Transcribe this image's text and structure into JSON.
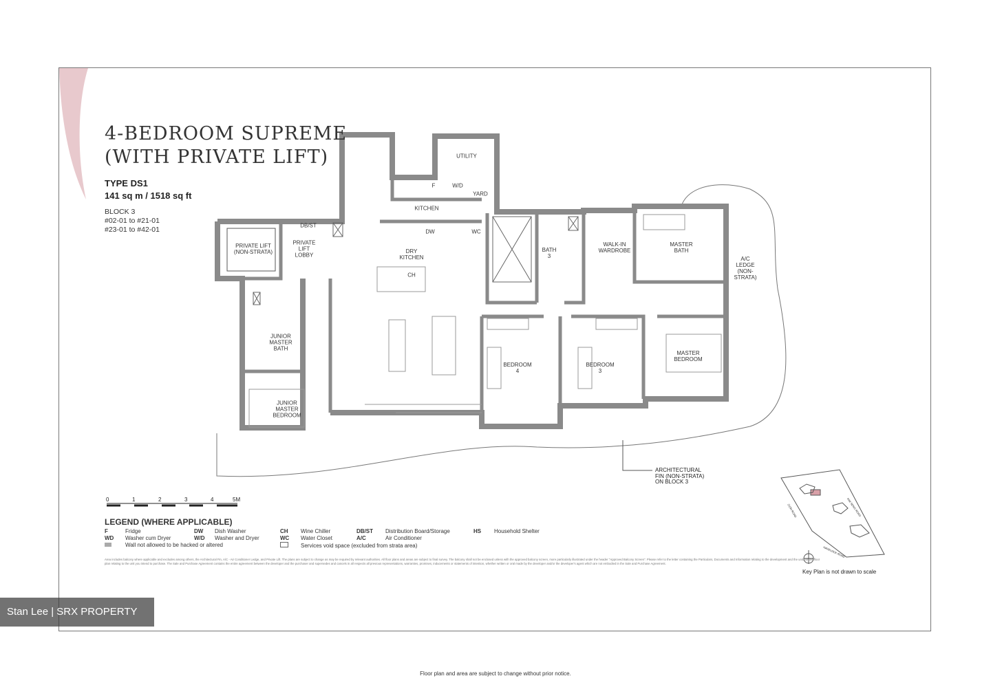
{
  "title_line1": "4-BEDROOM SUPREME",
  "title_line2": "(WITH PRIVATE LIFT)",
  "type": "TYPE DS1",
  "area": "141 sq m / 1518 sq ft",
  "block": "BLOCK 3",
  "units": [
    "#02-01 to #21-01",
    "#23-01 to #42-01"
  ],
  "rooms": {
    "utility": "UTILITY",
    "fridge": "F",
    "washer_dryer": "W/D",
    "yard": "YARD",
    "kitchen": "KITCHEN",
    "dbst": "DB/ST",
    "wc": "WC",
    "dw": "DW",
    "private_lift": "PRIVATE LIFT (NON-STRATA)",
    "lift_lobby": "PRIVATE LIFT LOBBY",
    "dry_kitchen": "DRY KITCHEN",
    "ch": "CH",
    "bath3": "BATH 3",
    "walk_in": "WALK-IN WARDROBE",
    "master_bath": "MASTER BATH",
    "ac_ledge": "A/C LEDGE (NON-STRATA)",
    "junior_bath": "JUNIOR MASTER BATH",
    "bedroom4": "BEDROOM 4",
    "bedroom3": "BEDROOM 3",
    "master_bedroom": "MASTER BEDROOM",
    "junior_bedroom": "JUNIOR MASTER BEDROOM"
  },
  "scale_labels": [
    "0",
    "1",
    "2",
    "3",
    "4",
    "5M"
  ],
  "fin_note": "ARCHITECTURAL FIN (NON-STRATA) ON BLOCK 3",
  "legend": {
    "heading": "LEGEND (WHERE APPLICABLE)",
    "items": [
      {
        "code": "F",
        "label": "Fridge"
      },
      {
        "code": "WD",
        "label": "Washer cum Dryer"
      },
      {
        "code": "DW",
        "label": "Dish Washer"
      },
      {
        "code": "W/D",
        "label": "Washer and Dryer"
      },
      {
        "code": "CH",
        "label": "Wine Chiller"
      },
      {
        "code": "WC",
        "label": "Water Closet"
      },
      {
        "code": "DB/ST",
        "label": "Distribution Board/Storage"
      },
      {
        "code": "A/C",
        "label": "Air Conditioner"
      },
      {
        "code": "HS",
        "label": "Household Shelter"
      }
    ],
    "wall_note": "Wall not allowed to be hacked or altered",
    "void_note": "Services void space (excluded from strata area)"
  },
  "disclaimer": "Area includes balcony where applicable and excludes among others, the Architectural Fin, A/C - Air Conditioner Ledge, and Private Lift. The plans are subject to change as may be required by relevant authorities. All floor plans and areas are subject to final survey. The balcony shall not be enclosed unless with the approved balcony screen, more particularly illustrated under the header \"Approved Balcony Screen\". Please refer to the letter containing the Particulars, Documents and Information relating to the development and the unit, for the floor plan relating to the unit you intend to purchase. The Sale and Purchase Agreement contains the entire agreement between the developer and the purchaser and supersedes and cancels in all respects all previous representations, warranties, promises, inducements or statements of intention, whether written or oral made by the developer and/or the developer's agent which are not embodied in the Sale and Purchase Agreement.",
  "key_plan": {
    "roads": [
      "ZION ROAD",
      "KIM SENG ROAD",
      "HAVELOCK ROAD"
    ],
    "note": "Key Plan is not drawn to scale",
    "highlight_color": "#d9a0a8"
  },
  "watermark": "Stan Lee | SRX PROPERTY",
  "footer": "Floor plan and area are subject to change without prior notice.",
  "colors": {
    "wall": "#8a8a8a",
    "accent_pink": "#e8c9cd"
  }
}
